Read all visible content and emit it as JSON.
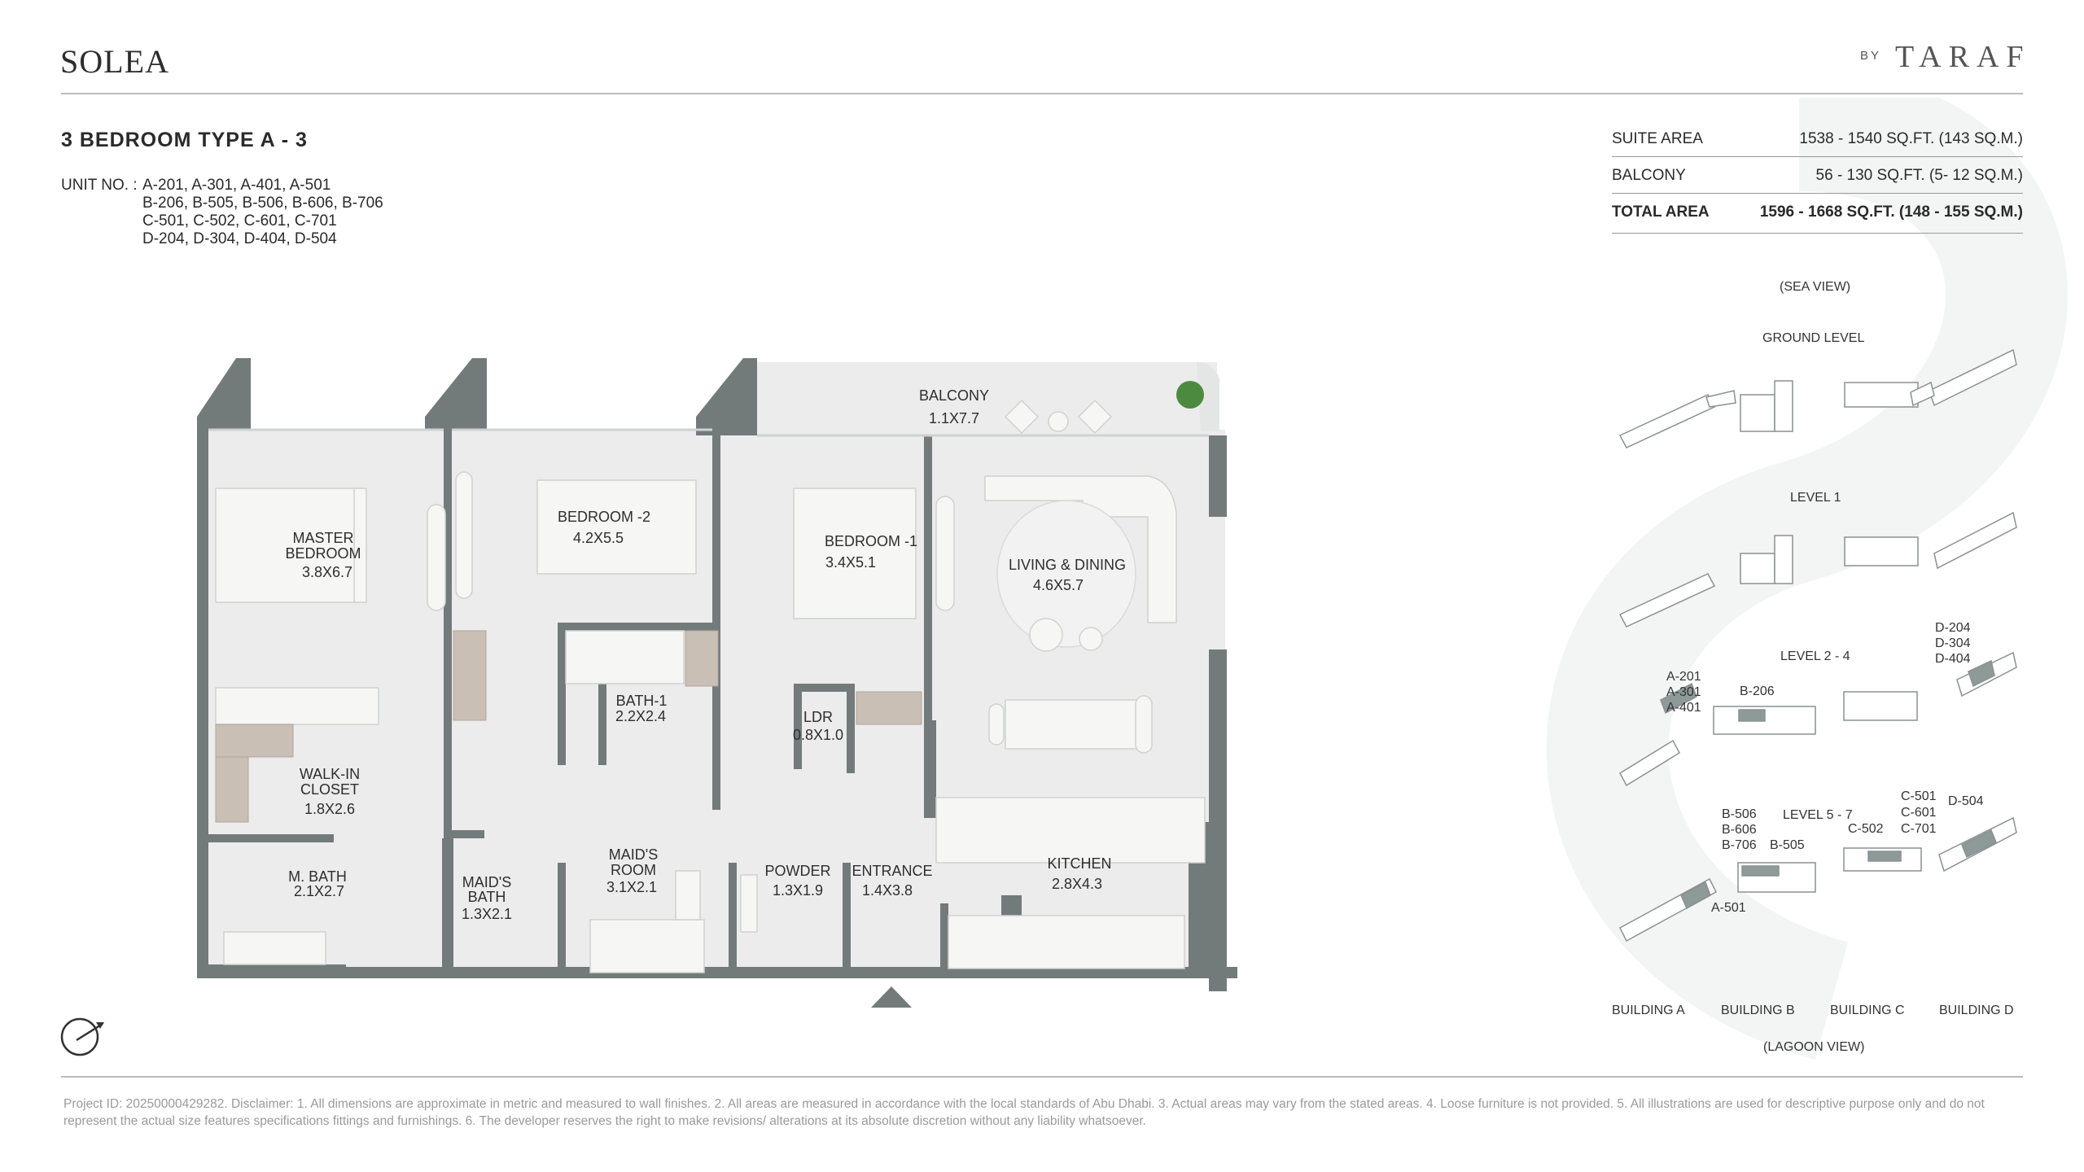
{
  "header": {
    "project_logo": "SOLEA",
    "by_label": "BY",
    "developer_logo": "TARAF"
  },
  "unit": {
    "title": "3 BEDROOM TYPE A - 3",
    "unit_no_label": "UNIT NO. :",
    "unit_lines": [
      "A-201, A-301, A-401, A-501",
      "B-206, B-505, B-506, B-606, B-706",
      "C-501, C-502, C-601, C-701",
      "D-204, D-304, D-404, D-504"
    ]
  },
  "areas": [
    {
      "label": "SUITE AREA",
      "value": "1538 - 1540 SQ.FT. (143 SQ.M.)",
      "bold": false
    },
    {
      "label": "BALCONY",
      "value": "56 - 130 SQ.FT. (5- 12 SQ.M.)",
      "bold": false
    },
    {
      "label": "TOTAL AREA",
      "value": "1596 - 1668 SQ.FT. (148 - 155 SQ.M.)",
      "bold": true
    }
  ],
  "key_plan": {
    "sea_view": "(SEA VIEW)",
    "lagoon_view": "(LAGOON VIEW)",
    "levels": [
      "GROUND LEVEL",
      "LEVEL 1",
      "LEVEL 2 - 4",
      "LEVEL 5 - 7"
    ],
    "buildings": [
      "BUILDING A",
      "BUILDING B",
      "BUILDING C",
      "BUILDING D"
    ],
    "level_2_4_units": {
      "a": [
        "A-201",
        "A-301",
        "A-401"
      ],
      "b": [
        "B-206"
      ],
      "d": [
        "D-204",
        "D-304",
        "D-404"
      ]
    },
    "level_5_7_units": {
      "a": [
        "A-501"
      ],
      "b_left": [
        "B-506",
        "B-606",
        "B-706"
      ],
      "b_right": [
        "B-505"
      ],
      "c_left": [
        "C-502"
      ],
      "c_right": [
        "C-501",
        "C-601",
        "C-701"
      ],
      "d": [
        "D-504"
      ]
    },
    "highlight_color": "#8e9a98"
  },
  "rooms": [
    {
      "name": [
        "BALCONY"
      ],
      "size": "1.1X7.7"
    },
    {
      "name": [
        "MASTER",
        "BEDROOM"
      ],
      "size": "3.8X6.7"
    },
    {
      "name": [
        "BEDROOM -2"
      ],
      "size": "4.2X5.5"
    },
    {
      "name": [
        "BEDROOM -1"
      ],
      "size": "3.4X5.1"
    },
    {
      "name": [
        "LIVING & DINING"
      ],
      "size": "4.6X5.7"
    },
    {
      "name": [
        "BATH-1"
      ],
      "size": "2.2X2.4"
    },
    {
      "name": [
        "LDR"
      ],
      "size": "0.8X1.0"
    },
    {
      "name": [
        "WALK-IN",
        "CLOSET"
      ],
      "size": "1.8X2.6"
    },
    {
      "name": [
        "M. BATH"
      ],
      "size": "2.1X2.7"
    },
    {
      "name": [
        "MAID'S",
        "BATH"
      ],
      "size": "1.3X2.1"
    },
    {
      "name": [
        "MAID'S",
        "ROOM"
      ],
      "size": "3.1X2.1"
    },
    {
      "name": [
        "POWDER"
      ],
      "size": "1.3X1.9"
    },
    {
      "name": [
        "ENTRANCE"
      ],
      "size": "1.4X3.8"
    },
    {
      "name": [
        "KITCHEN"
      ],
      "size": "2.8X4.3"
    }
  ],
  "colors": {
    "wall": "#737b7a",
    "floor": "#ebeceb",
    "furniture": "#f6f6f5",
    "wardrobe": "#c9bfb5",
    "watermark": "#f3f4f4"
  },
  "footer": {
    "disclaimer": "Project ID: 20250000429282. Disclaimer: 1. All dimensions are approximate in metric and measured to wall finishes. 2. All areas are measured in accordance with the local standards of Abu Dhabi. 3. Actual areas may vary from the stated areas. 4. Loose furniture is not provided. 5. All illustrations are used for descriptive purpose only and do not represent the actual size features specifications fittings and furnishings. 6. The developer reserves the right to make revisions/ alterations at its absolute discretion without any liability whatsoever."
  }
}
